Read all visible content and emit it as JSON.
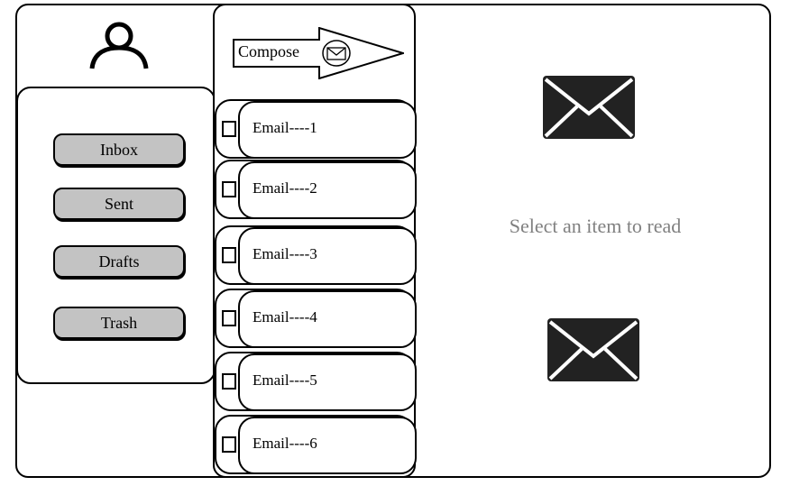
{
  "user": {
    "icon": "user-icon"
  },
  "nav": {
    "items": [
      {
        "label": "Inbox"
      },
      {
        "label": "Sent"
      },
      {
        "label": "Drafts"
      },
      {
        "label": "Trash"
      }
    ]
  },
  "compose": {
    "label": "Compose",
    "icon": "envelope-icon"
  },
  "emails": [
    {
      "label": "Email----1"
    },
    {
      "label": "Email----2"
    },
    {
      "label": "Email----3"
    },
    {
      "label": "Email----4"
    },
    {
      "label": "Email----5"
    },
    {
      "label": "Email----6"
    }
  ],
  "reading_pane": {
    "message": "Select an item to read",
    "icon": "envelope-icon"
  },
  "colors": {
    "nav_button_bg": "#c3c3c3",
    "placeholder_text": "#808080",
    "icon_fill": "#222222"
  }
}
